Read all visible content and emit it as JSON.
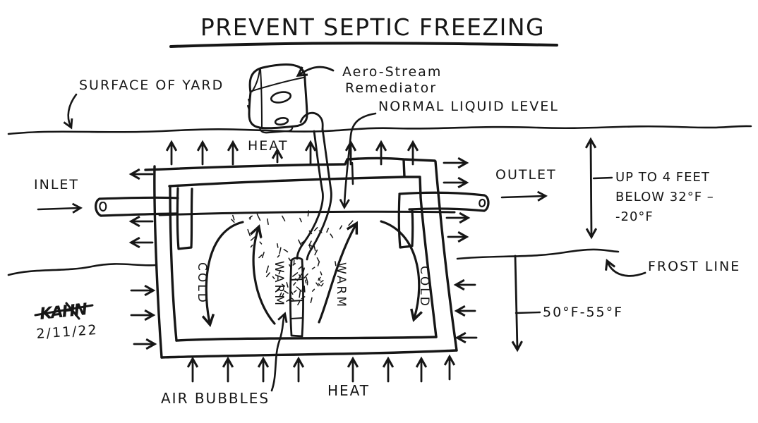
{
  "title": {
    "text": "PREVENT SEPTIC FREEZING"
  },
  "annotations": {
    "surface_of_yard": "SURFACE OF YARD",
    "device": {
      "line1": "Aero-Stream",
      "line2": "Remediator"
    },
    "normal_liquid_level": "NORMAL LIQUID LEVEL",
    "inlet": "INLET",
    "outlet": "OUTLET",
    "depth_note": {
      "line1": "UP TO 4 FEET",
      "line2": "BELOW 32°F –",
      "line3": "-20°F"
    },
    "frost_line": "FROST LINE",
    "below_frost_temp": "50°F-55°F",
    "heat_top": "HEAT",
    "heat_bottom": "HEAT",
    "air_bubbles": "AIR BUBBLES",
    "convection": {
      "cold_left": "COLD",
      "warm_left": "WARM",
      "warm_right": "WARM",
      "cold_right": "COLD"
    },
    "signature": {
      "initials": "KAHN",
      "date": "2/11/22"
    }
  },
  "colors": {
    "ink": "#161616",
    "paper": "#ffffff"
  }
}
